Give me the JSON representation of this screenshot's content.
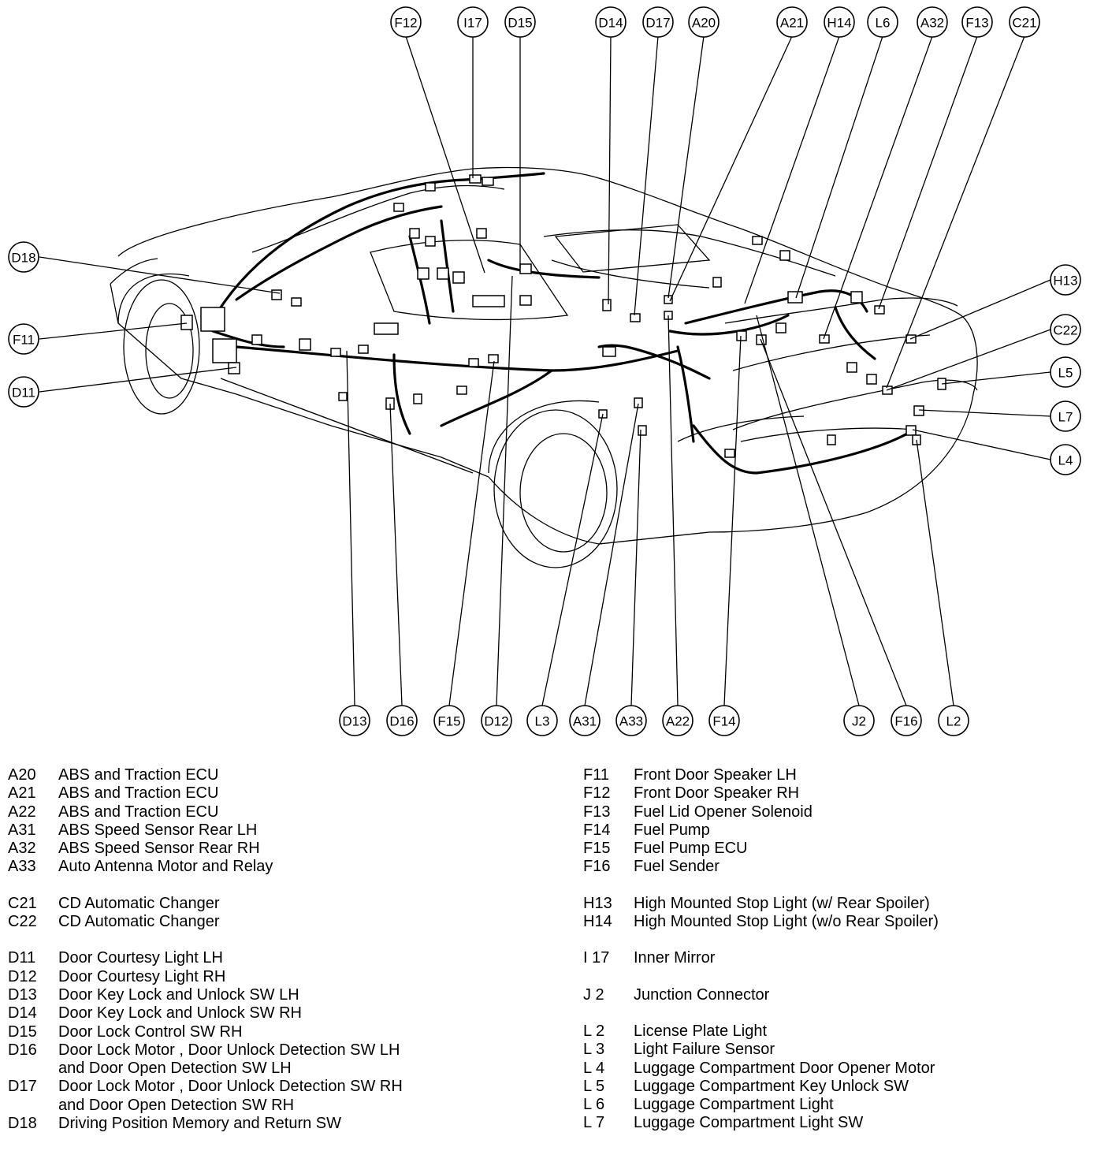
{
  "callouts_top": [
    "F12",
    "I17",
    "D15",
    "D14",
    "D17",
    "A20",
    "A21",
    "H14",
    "L6",
    "A32",
    "F13",
    "C21"
  ],
  "callouts_left": [
    "D18",
    "F11",
    "D11"
  ],
  "callouts_right": [
    "H13",
    "C22",
    "L5",
    "L7",
    "L4"
  ],
  "callouts_bottom": [
    "D13",
    "D16",
    "F15",
    "D12",
    "L3",
    "A31",
    "A33",
    "A22",
    "F14",
    "J2",
    "F16",
    "L2"
  ],
  "legend": {
    "left_groups": [
      [
        {
          "code": "A20",
          "desc": "ABS and Traction ECU"
        },
        {
          "code": "A21",
          "desc": "ABS and Traction ECU"
        },
        {
          "code": "A22",
          "desc": "ABS and Traction ECU"
        },
        {
          "code": "A31",
          "desc": "ABS Speed Sensor Rear LH"
        },
        {
          "code": "A32",
          "desc": "ABS Speed Sensor Rear RH"
        },
        {
          "code": "A33",
          "desc": "Auto Antenna Motor and Relay"
        }
      ],
      [
        {
          "code": "C21",
          "desc": "CD Automatic Changer"
        },
        {
          "code": "C22",
          "desc": "CD Automatic Changer"
        }
      ],
      [
        {
          "code": "D11",
          "desc": "Door Courtesy Light LH"
        },
        {
          "code": "D12",
          "desc": "Door Courtesy Light RH"
        },
        {
          "code": "D13",
          "desc": "Door Key Lock and Unlock SW LH"
        },
        {
          "code": "D14",
          "desc": "Door Key Lock and Unlock SW RH"
        },
        {
          "code": "D15",
          "desc": "Door Lock Control SW RH"
        },
        {
          "code": "D16",
          "desc": "Door Lock Motor , Door Unlock Detection SW LH"
        },
        {
          "code": "",
          "desc": "and Door Open Detection SW LH"
        },
        {
          "code": "D17",
          "desc": "Door Lock Motor , Door Unlock Detection SW RH"
        },
        {
          "code": "",
          "desc": "and Door Open Detection SW RH"
        },
        {
          "code": "D18",
          "desc": "Driving Position Memory and Return SW"
        }
      ]
    ],
    "right_groups": [
      [
        {
          "code": "F11",
          "desc": "Front Door Speaker LH"
        },
        {
          "code": "F12",
          "desc": "Front Door Speaker RH"
        },
        {
          "code": "F13",
          "desc": "Fuel Lid Opener Solenoid"
        },
        {
          "code": "F14",
          "desc": "Fuel Pump"
        },
        {
          "code": "F15",
          "desc": "Fuel Pump ECU"
        },
        {
          "code": "F16",
          "desc": "Fuel Sender"
        }
      ],
      [
        {
          "code": "H13",
          "desc": "High Mounted Stop Light (w/ Rear Spoiler)"
        },
        {
          "code": "H14",
          "desc": "High Mounted Stop Light (w/o Rear Spoiler)"
        }
      ],
      [
        {
          "code": "I  17",
          "desc": "Inner Mirror"
        }
      ],
      [
        {
          "code": "J   2",
          "desc": "Junction Connector"
        }
      ],
      [
        {
          "code": "L   2",
          "desc": "License Plate Light"
        },
        {
          "code": "L   3",
          "desc": "Light Failure Sensor"
        },
        {
          "code": "L   4",
          "desc": "Luggage Compartment Door Opener Motor"
        },
        {
          "code": "L   5",
          "desc": "Luggage Compartment Key Unlock SW"
        },
        {
          "code": "L   6",
          "desc": "Luggage Compartment Light"
        },
        {
          "code": "L   7",
          "desc": "Luggage Compartment Light SW"
        }
      ]
    ]
  }
}
